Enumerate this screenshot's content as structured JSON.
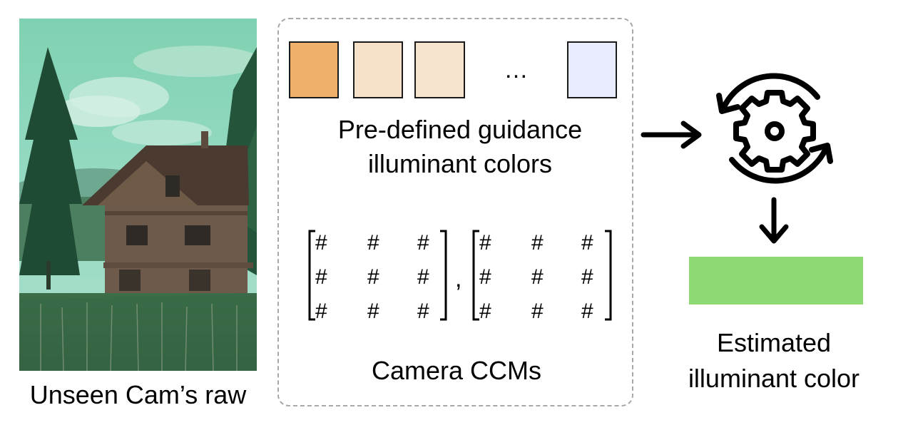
{
  "photo": {
    "caption": "Unseen Cam’s raw"
  },
  "guidance": {
    "swatch_colors": [
      "#EFB06C",
      "#F7E1C8",
      "#F6E3CE",
      "#E8ECFC"
    ],
    "ellipsis": "…",
    "caption_line1": "Pre-defined guidance",
    "caption_line2": "illuminant colors"
  },
  "ccm": {
    "cell_symbol": "#",
    "separator": ",",
    "caption": "Camera CCMs"
  },
  "estimate": {
    "color": "#8FD973",
    "caption_line1": "Estimated",
    "caption_line2": "illuminant color"
  },
  "icons": [
    "arrow-right-icon",
    "gear-cycle-icon",
    "arrow-down-icon"
  ]
}
